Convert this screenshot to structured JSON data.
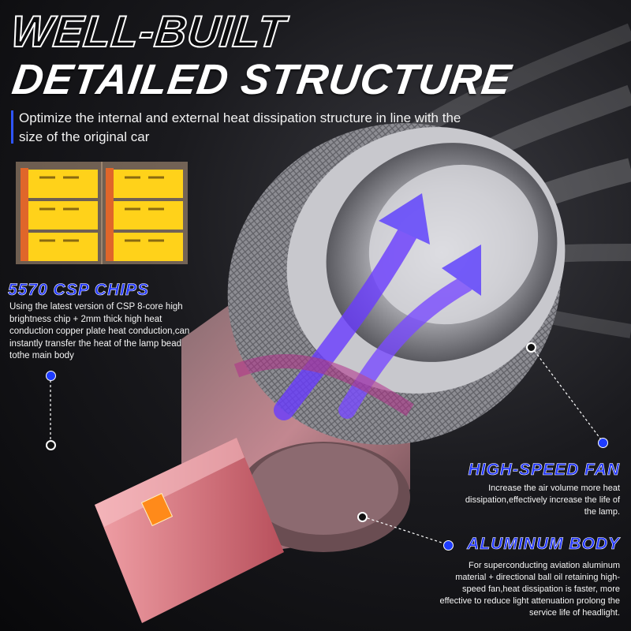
{
  "headline": {
    "line1": "WELL-BUILT",
    "line2": "DETAILED STRUCTURE",
    "subtitle": "Optimize the internal and external heat dissipation structure in line with the size of the original car"
  },
  "callouts": {
    "chips": {
      "title": "5570 CSP CHIPS",
      "description": "Using the latest version of CSP 8-core high brightness chip + 2mm thick high heat conduction copper plate heat conduction,can instantly transfer the heat of the lamp bead tothe main body"
    },
    "fan": {
      "title": "HIGH-SPEED FAN",
      "description": "Increase the air volume more heat dissipation,effectively increase the life of the lamp."
    },
    "body": {
      "title": "ALUMINUM BODY",
      "description": "For superconducting aviation aluminum material + directional ball oil retaining high-speed fan,heat dissipation is faster, more effective to reduce light attenuation prolong the service life of headlight."
    }
  },
  "colors": {
    "accent_blue": "#1f34ff",
    "chip_yellow": "#ffd21a",
    "lamp_red": "#d8707a",
    "airflow_purple": "#6a3cff"
  },
  "icons": [
    "led-chip-icon",
    "headlight-bulb-icon",
    "fan-airflow-icon",
    "callout-dot-icon"
  ]
}
